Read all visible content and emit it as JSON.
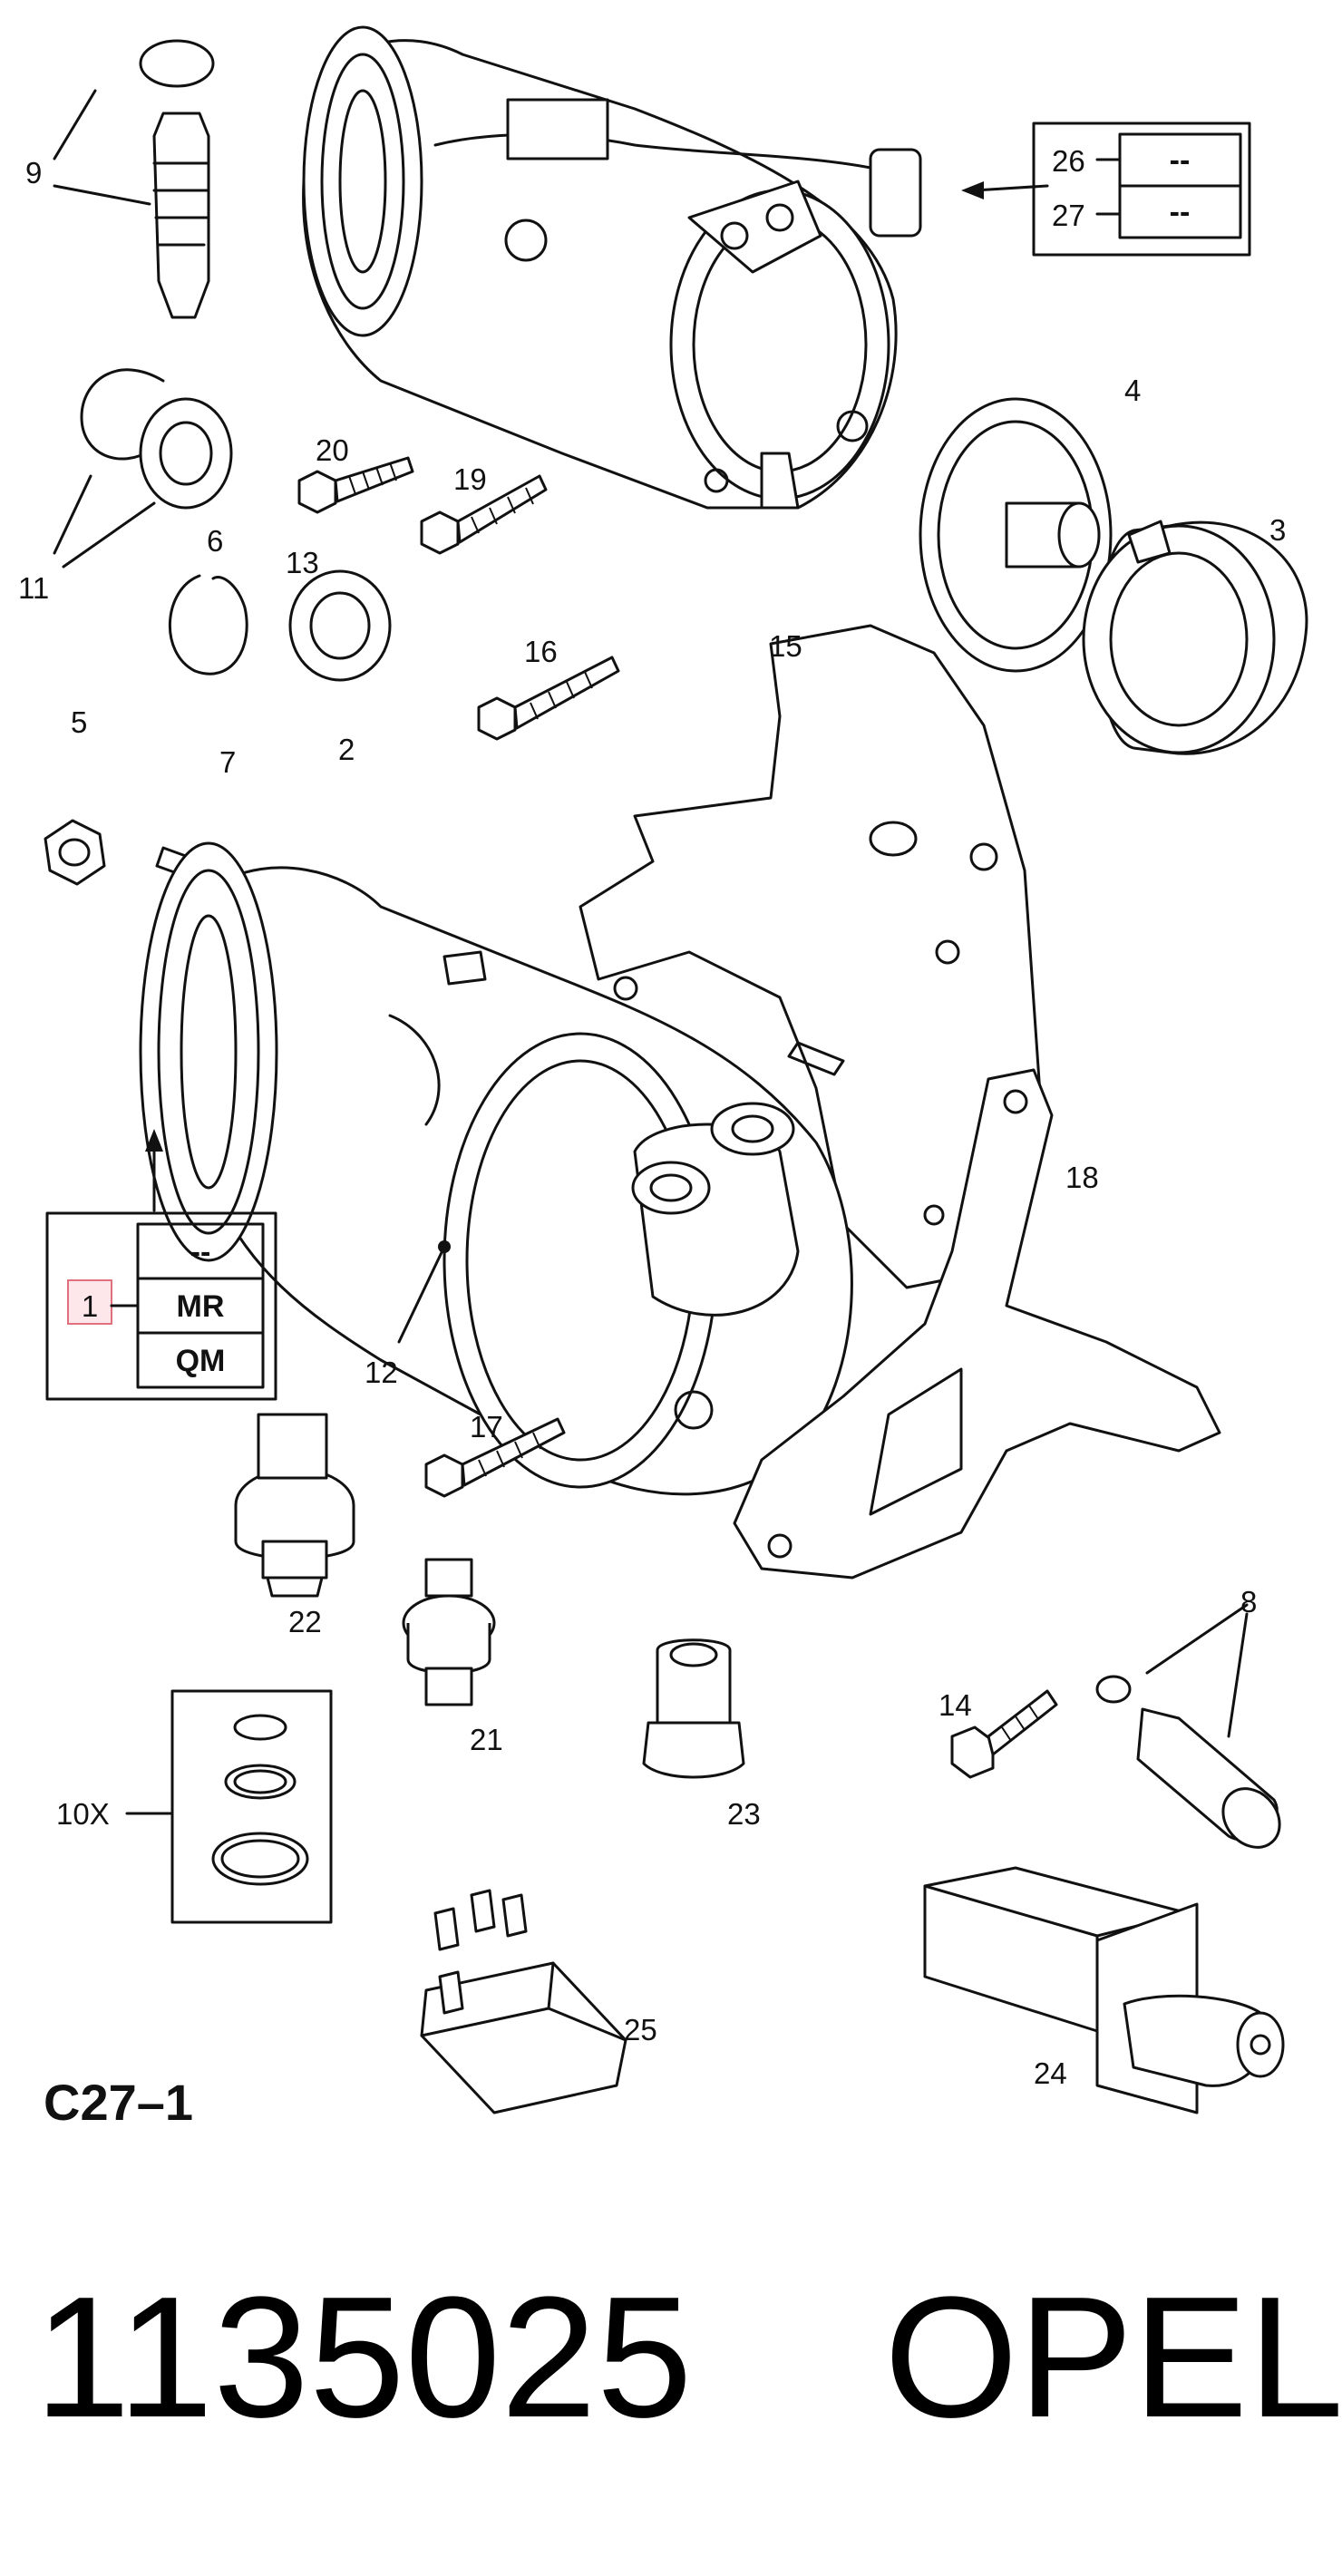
{
  "diagram": {
    "callouts": [
      "9",
      "26",
      "27",
      "4",
      "3",
      "20",
      "19",
      "11",
      "6",
      "13",
      "16",
      "15",
      "5",
      "7",
      "2",
      "18",
      "12",
      "17",
      "22",
      "21",
      "8",
      "14",
      "23",
      "10X",
      "25",
      "24"
    ],
    "tables": {
      "top_right": {
        "rows": [
          {
            "num": "26",
            "value": "--"
          },
          {
            "num": "27",
            "value": "--"
          }
        ]
      },
      "left": {
        "marker": "1",
        "rows": [
          "--",
          "MR",
          "QM"
        ]
      }
    },
    "figure_code": "C27–1"
  },
  "footer": {
    "part_number": "1135025",
    "brand": "OPEL"
  }
}
